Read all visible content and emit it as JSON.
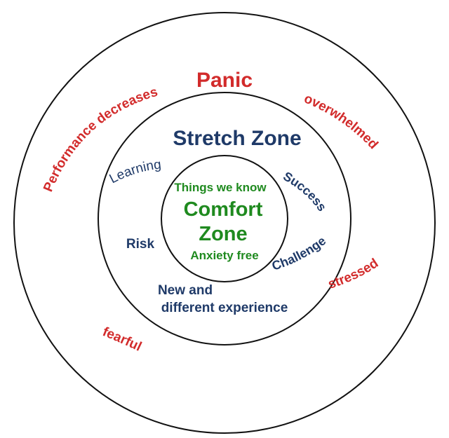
{
  "colors": {
    "panic": "#d22b2b",
    "stretch": "#1f3a68",
    "comfort": "#1f8a1f",
    "ring": "#111111",
    "background": "#ffffff"
  },
  "panic_zone": {
    "title": "Panic",
    "words": {
      "performance": "Performance decreases",
      "overwhelmed": "overwhelmed",
      "stressed": "stressed",
      "fearful": "fearful"
    }
  },
  "stretch_zone": {
    "title": "Stretch Zone",
    "words": {
      "learning": "Learning",
      "success": "Success",
      "risk": "Risk",
      "challenge": "Challenge",
      "new_line1": "New and",
      "new_line2": "different experience"
    }
  },
  "comfort_zone": {
    "top": "Things we know",
    "title_line1": "Comfort",
    "title_line2": "Zone",
    "bottom": "Anxiety free"
  }
}
